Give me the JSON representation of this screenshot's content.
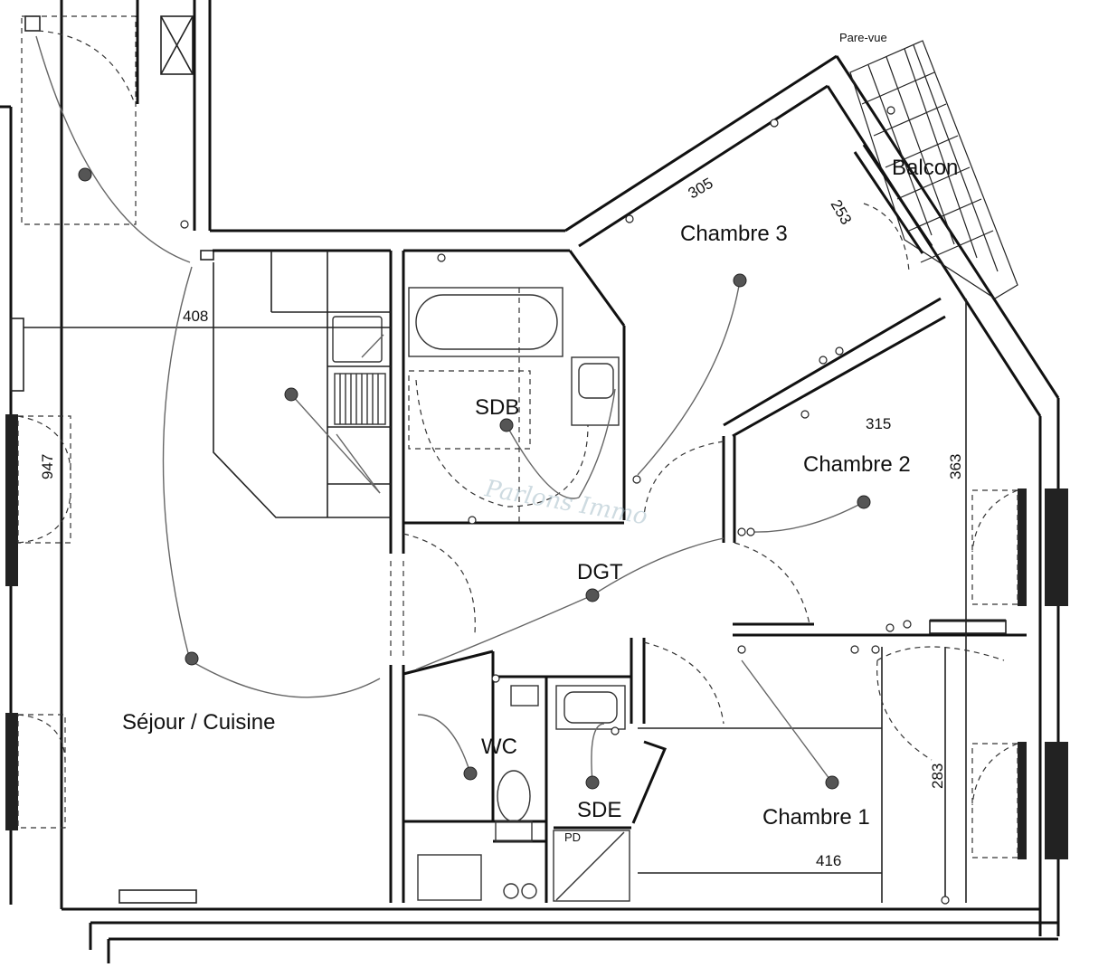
{
  "rooms": {
    "sejour": "Séjour / Cuisine",
    "sdb": "SDB",
    "chambre1": "Chambre 1",
    "chambre2": "Chambre 2",
    "chambre3": "Chambre 3",
    "dgt": "DGT",
    "wc": "WC",
    "sde": "SDE",
    "balcon": "Balcon"
  },
  "labels": {
    "pare_vue": "Pare-vue",
    "pd": "PD",
    "watermark": "Parlons Immo"
  },
  "dimensions": {
    "sejour_width": "408",
    "sejour_depth": "947",
    "chambre3_width": "305",
    "chambre3_depth": "253",
    "chambre2_width": "315",
    "chambre2_depth": "363",
    "chambre1_width": "416",
    "chambre1_depth": "283"
  }
}
